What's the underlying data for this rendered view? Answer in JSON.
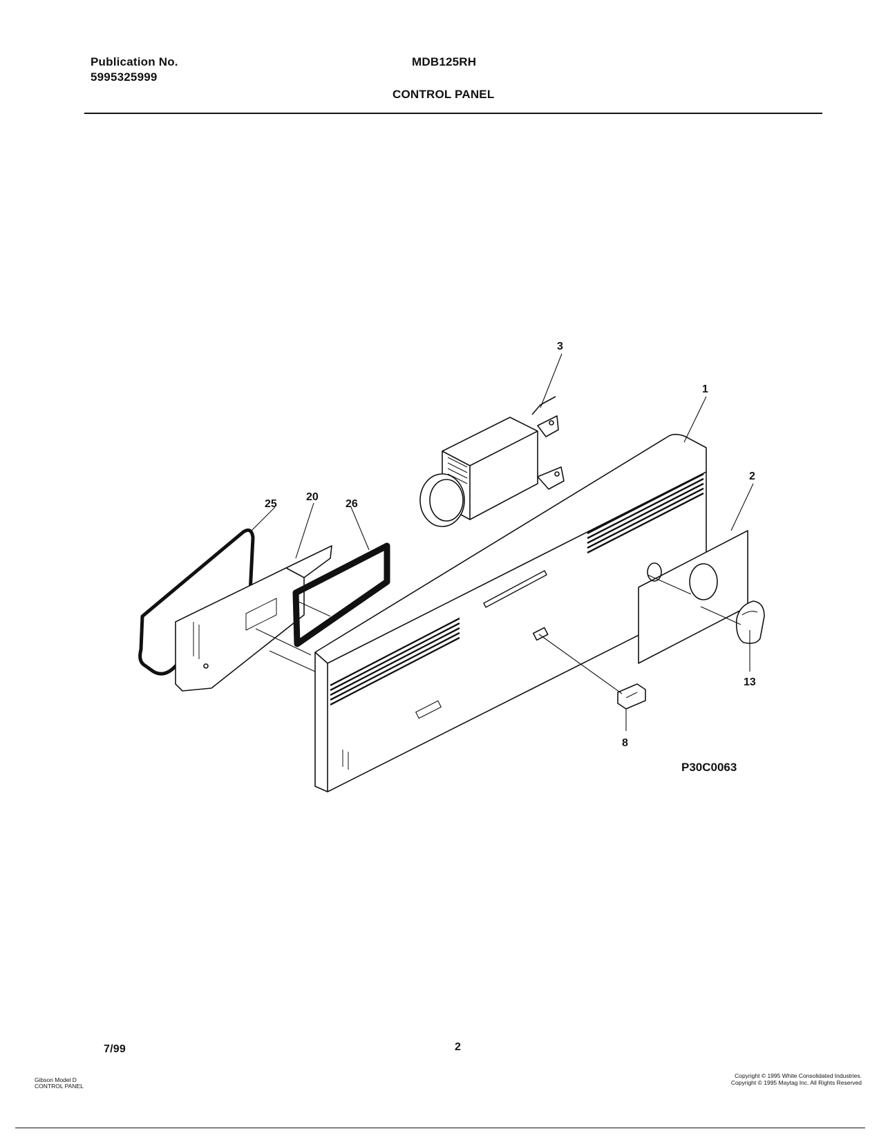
{
  "header": {
    "publication_label": "Publication No.",
    "publication_number": "5995325999",
    "model": "MDB125RH",
    "section_title": "CONTROL PANEL"
  },
  "diagram": {
    "figure_code": "P30C0063",
    "callouts": [
      "3",
      "1",
      "2",
      "25",
      "20",
      "26",
      "13",
      "8"
    ]
  },
  "footer": {
    "date": "7/99",
    "page_number": "2",
    "left_line1": "Gibson Model D",
    "left_line2": "CONTROL PANEL",
    "copyright_line1": "Copyright © 1995 White Consolidated Industries.",
    "copyright_line2": "Copyright © 1995 Maytag Inc. All Rights Reserved"
  }
}
